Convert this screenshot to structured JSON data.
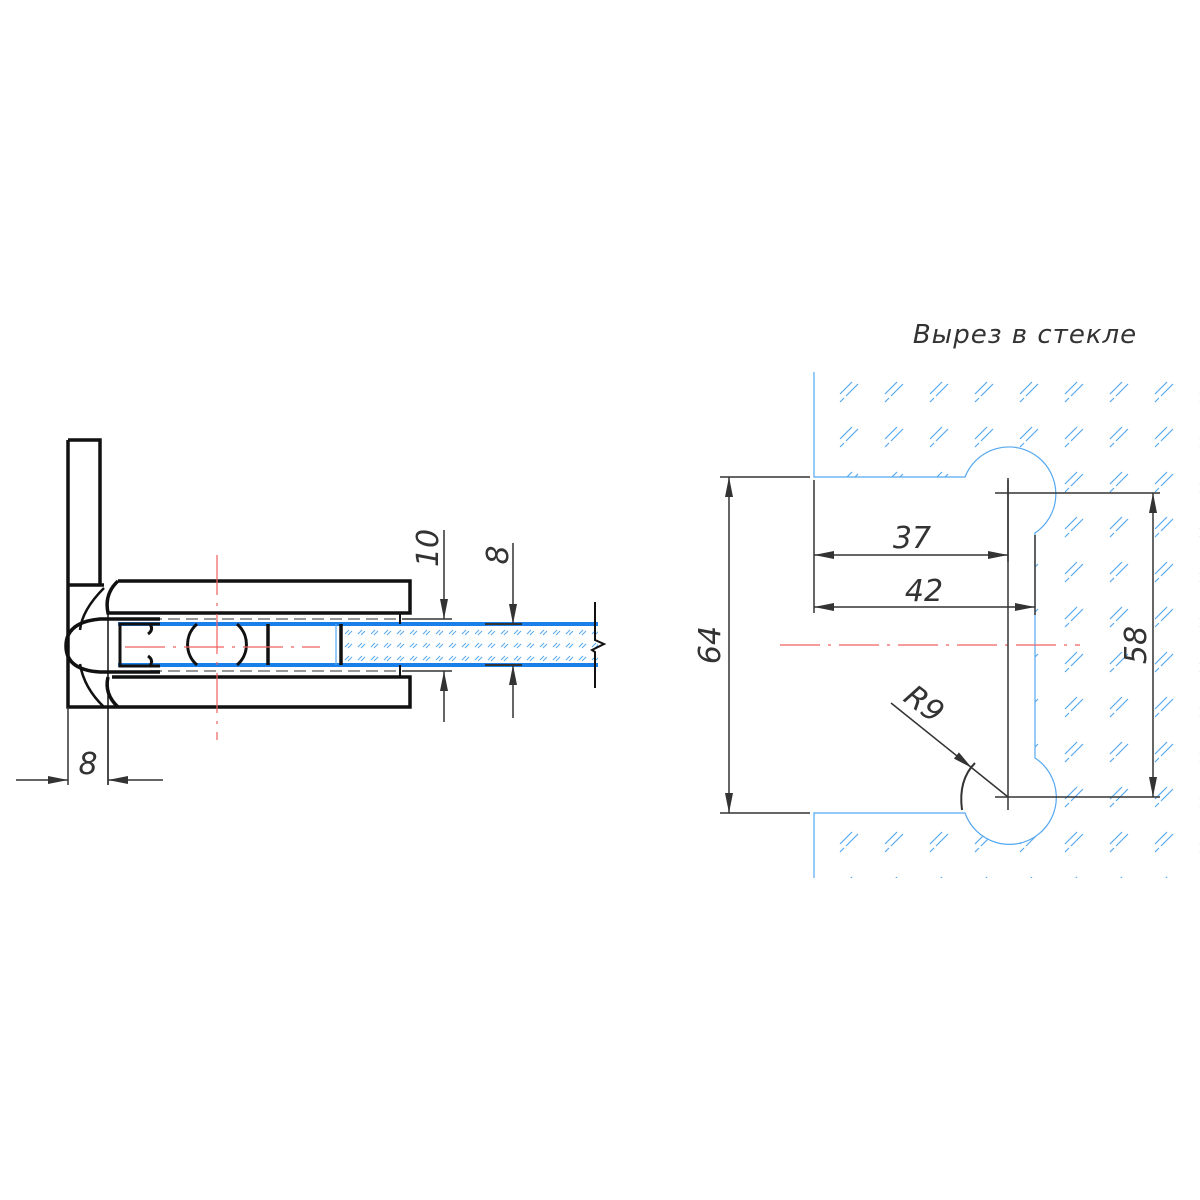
{
  "cutout_title": "Вырез в стекле",
  "left_view": {
    "dim_gasket": "10",
    "dim_glass": "8",
    "dim_plate": "8"
  },
  "right_view": {
    "dim_height": "64",
    "dim_to_center": "37",
    "dim_depth": "42",
    "dim_center_distance": "58",
    "dim_radius": "R9"
  },
  "colors": {
    "glass": "#1a7fe8",
    "hatch": "#55a8f0",
    "centerline": "#f06060",
    "outline": "#111111"
  }
}
